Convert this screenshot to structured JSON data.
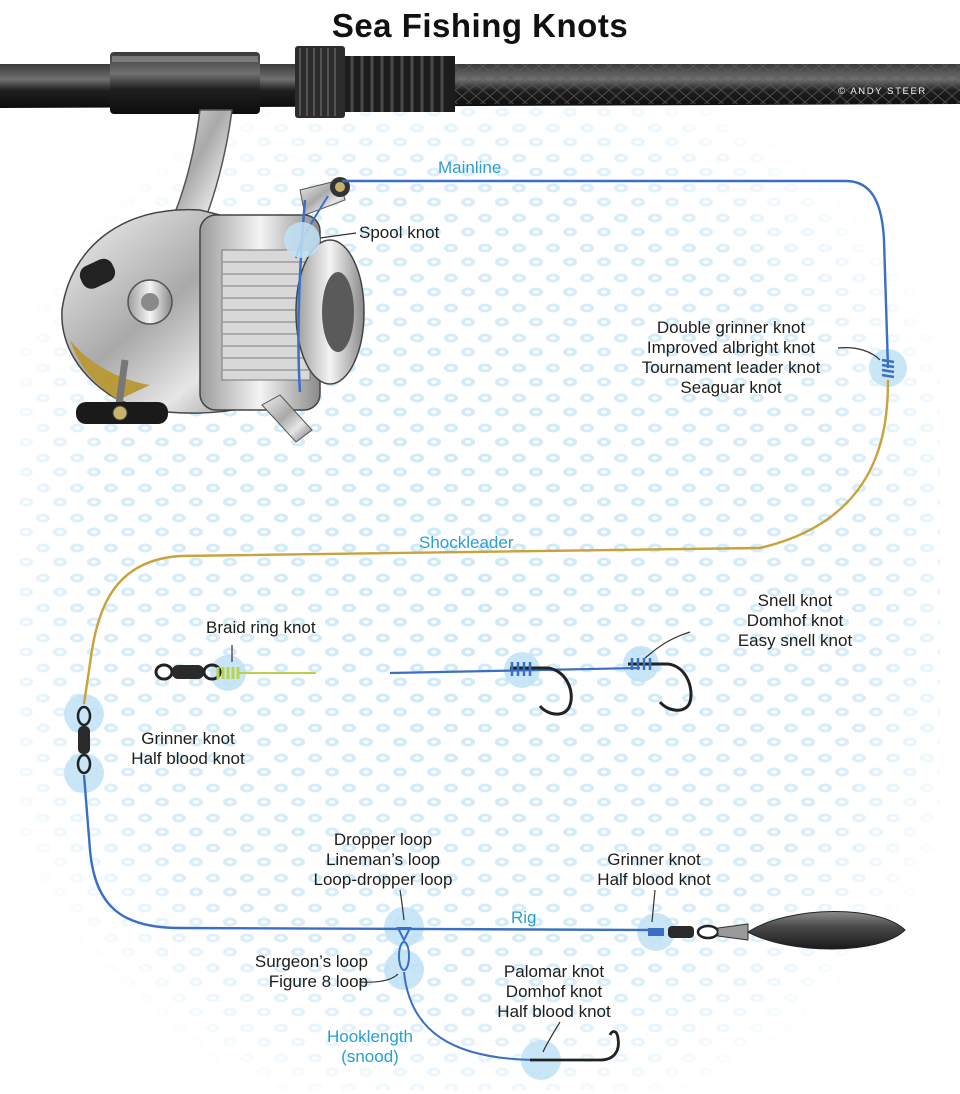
{
  "title": "Sea  Fishing Knots",
  "credit": "© ANDY STEER",
  "line_labels": {
    "mainline": "Mainline",
    "shockleader": "Shockleader",
    "rig": "Rig",
    "hooklength": [
      "Hooklength",
      "(snood)"
    ]
  },
  "knot_groups": {
    "spool": [
      "Spool knot"
    ],
    "leader_join": [
      "Double grinner knot",
      "Improved albright knot",
      "Tournament leader knot",
      "Seaguar knot"
    ],
    "braid_ring": [
      "Braid ring knot"
    ],
    "snell": [
      "Snell knot",
      "Domhof knot",
      "Easy snell knot"
    ],
    "swivel_left": [
      "Grinner knot",
      "Half blood knot"
    ],
    "dropper": [
      "Dropper loop",
      "Lineman’s loop",
      "Loop-dropper loop"
    ],
    "weight_swivel": [
      "Grinner knot",
      "Half blood knot"
    ],
    "loop": [
      "Surgeon’s loop",
      "Figure 8 loop"
    ],
    "hook": [
      "Palomar knot",
      "Domhof knot",
      "Half blood knot"
    ]
  },
  "colors": {
    "mainline": "#3a6fc4",
    "shockleader": "#c9a23a",
    "braid": "#b9d24a",
    "label_accent": "#2a9fd0",
    "knot_highlight": "#bfe2f6"
  }
}
